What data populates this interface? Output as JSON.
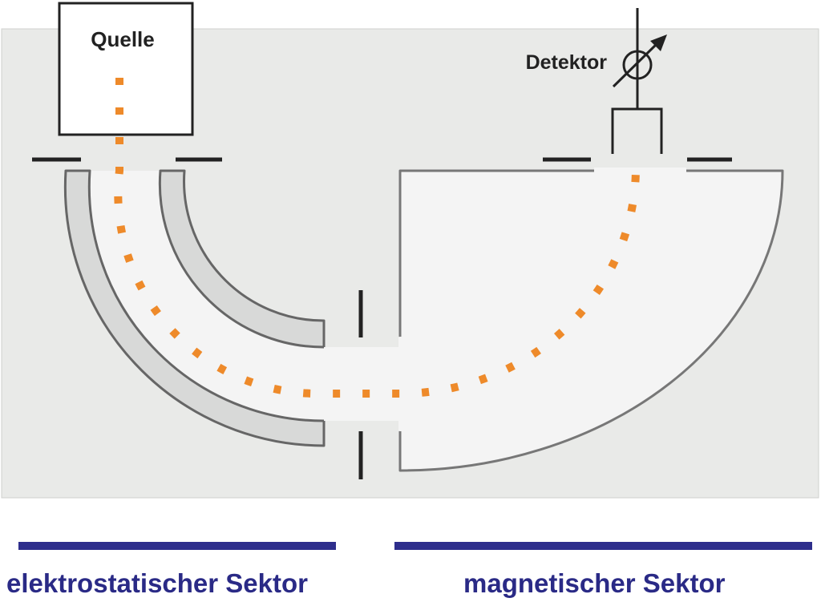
{
  "labels": {
    "source": "Quelle",
    "detector": "Detektor",
    "electrostatic": "elektrostatischer Sektor",
    "magnetic": "magnetischer Sektor"
  },
  "colors": {
    "background_panel": "#e9eae8",
    "chamber_fill": "#f4f4f4",
    "electrode_fill": "#d8d9d8",
    "outline": "#777777",
    "slit": "#222222",
    "ion_beam": "#ee8a2a",
    "label_blue": "#2a2a86",
    "bar_blue": "#2e2e8c"
  },
  "icons": {
    "detector_symbol": "meter-arrow-icon"
  }
}
